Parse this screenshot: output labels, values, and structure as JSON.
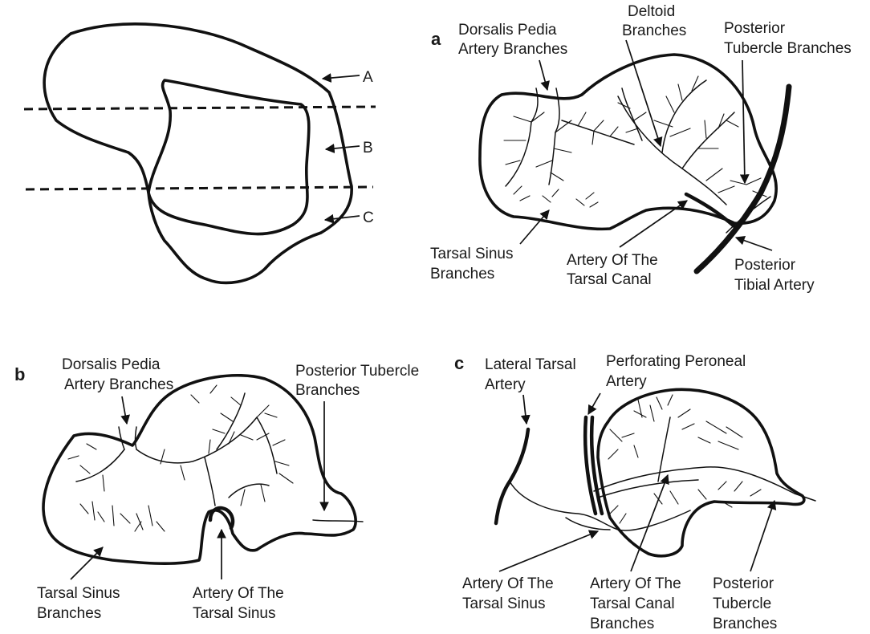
{
  "schematic": {
    "levels": [
      "A",
      "B",
      "C"
    ]
  },
  "panel_a": {
    "letter": "a",
    "labels": {
      "dorsalis_line1": "Dorsalis Pedia",
      "dorsalis_line2": "Artery Branches",
      "deltoid_line1": "Deltoid",
      "deltoid_line2": "Branches",
      "posterior_tubercle_line1": "Posterior",
      "posterior_tubercle_line2": "Tubercle Branches",
      "tarsal_sinus_line1": "Tarsal Sinus",
      "tarsal_sinus_line2": "Branches",
      "tarsal_canal_line1": "Artery Of The",
      "tarsal_canal_line2": "Tarsal Canal",
      "posterior_tibial_line1": "Posterior",
      "posterior_tibial_line2": "Tibial Artery"
    }
  },
  "panel_b": {
    "letter": "b",
    "labels": {
      "dorsalis_line1": "Dorsalis Pedia",
      "dorsalis_line2": "Artery Branches",
      "posterior_tubercle_line1": "Posterior Tubercle",
      "posterior_tubercle_line2": "Branches",
      "tarsal_sinus_line1": "Tarsal Sinus",
      "tarsal_sinus_line2": "Branches",
      "artery_sinus_line1": "Artery Of The",
      "artery_sinus_line2": "Tarsal Sinus"
    }
  },
  "panel_c": {
    "letter": "c",
    "labels": {
      "lateral_tarsal_line1": "Lateral Tarsal",
      "lateral_tarsal_line2": "Artery",
      "perforating_line1": "Perforating Peroneal",
      "perforating_line2": "Artery",
      "artery_sinus_line1": "Artery Of The",
      "artery_sinus_line2": "Tarsal Sinus",
      "canal_branches_line1": "Artery Of The",
      "canal_branches_line2": "Tarsal Canal",
      "canal_branches_line3": "Branches",
      "posterior_tubercle_line1": "Posterior",
      "posterior_tubercle_line2": "Tubercle",
      "posterior_tubercle_line3": "Branches"
    }
  }
}
